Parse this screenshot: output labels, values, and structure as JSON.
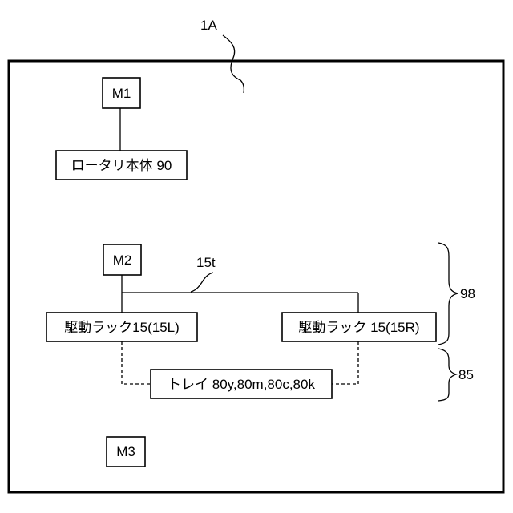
{
  "figure": {
    "label": "1A",
    "motors": {
      "m1": "M1",
      "m2": "M2",
      "m3": "M3"
    },
    "rotary_body": "ロータリ本体 90",
    "drive_rack_left": "駆動ラック15(15L)",
    "drive_rack_right": "駆動ラック 15(15R)",
    "tray": "トレイ 80y,80m,80c,80k",
    "shaft_label": "15t",
    "group_upper_label": "98",
    "group_lower_label": "85"
  }
}
